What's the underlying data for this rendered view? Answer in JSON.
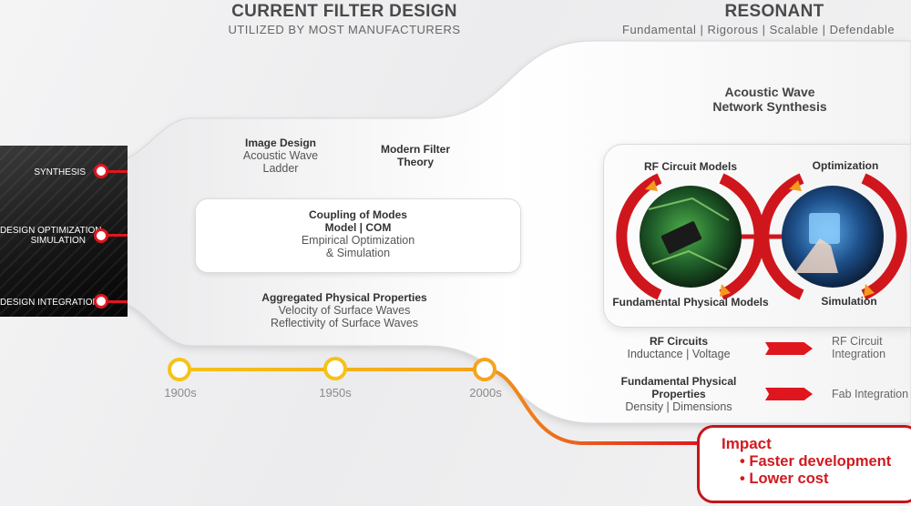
{
  "left_header": {
    "title": "CURRENT FILTER DESIGN",
    "subtitle": "UTILIZED BY MOST MANUFACTURERS"
  },
  "right_header": {
    "title": "RESONANT",
    "subtitle": "Fundamental | Rigorous | Scalable | Defendable"
  },
  "chip_panel": {
    "items": [
      {
        "label_lines": [
          "SYNTHESIS"
        ]
      },
      {
        "label_lines": [
          "DESIGN OPTIMIZATION",
          "SIMULATION"
        ]
      },
      {
        "label_lines": [
          "DESIGN INTEGRATION"
        ]
      }
    ]
  },
  "current_design": {
    "image_design": {
      "title": "Image Design",
      "lines": [
        "Acoustic Wave",
        "Ladder"
      ]
    },
    "modern_filter": {
      "title_lines": [
        "Modern Filter",
        "Theory"
      ]
    },
    "coupling": {
      "title_lines": [
        "Coupling of Modes",
        "Model | COM"
      ],
      "lines": [
        "Empirical Optimization",
        "& Simulation"
      ]
    },
    "aggregated": {
      "title": "Aggregated Physical Properties",
      "lines": [
        "Velocity of Surface Waves",
        "Reflectivity of Surface Waves"
      ]
    }
  },
  "timeline": {
    "labels": [
      "1900s",
      "1950s",
      "2000s"
    ]
  },
  "resonant": {
    "synthesis_title_lines": [
      "Acoustic Wave",
      "Network Synthesis"
    ],
    "cycle": {
      "top_left": "RF Circuit Models",
      "top_right": "Optimization",
      "bottom_left": "Fundamental Physical Models",
      "bottom_right": "Simulation"
    },
    "rows": [
      {
        "title": "RF Circuits",
        "detail": "Inductance | Voltage",
        "result_lines": [
          "RF Circuit",
          "Integration"
        ]
      },
      {
        "title_lines": [
          "Fundamental Physical",
          "Properties"
        ],
        "detail": "Density | Dimensions",
        "result_lines": [
          "Fab Integration"
        ]
      }
    ]
  },
  "impact": {
    "title": "Impact",
    "bullets": [
      "Faster development",
      "Lower cost"
    ]
  },
  "colors": {
    "accent_red": "#e0161f",
    "timeline_yellow": "#f5c21a",
    "timeline_orange": "#f08a1c",
    "impact_red": "#c4151c"
  }
}
